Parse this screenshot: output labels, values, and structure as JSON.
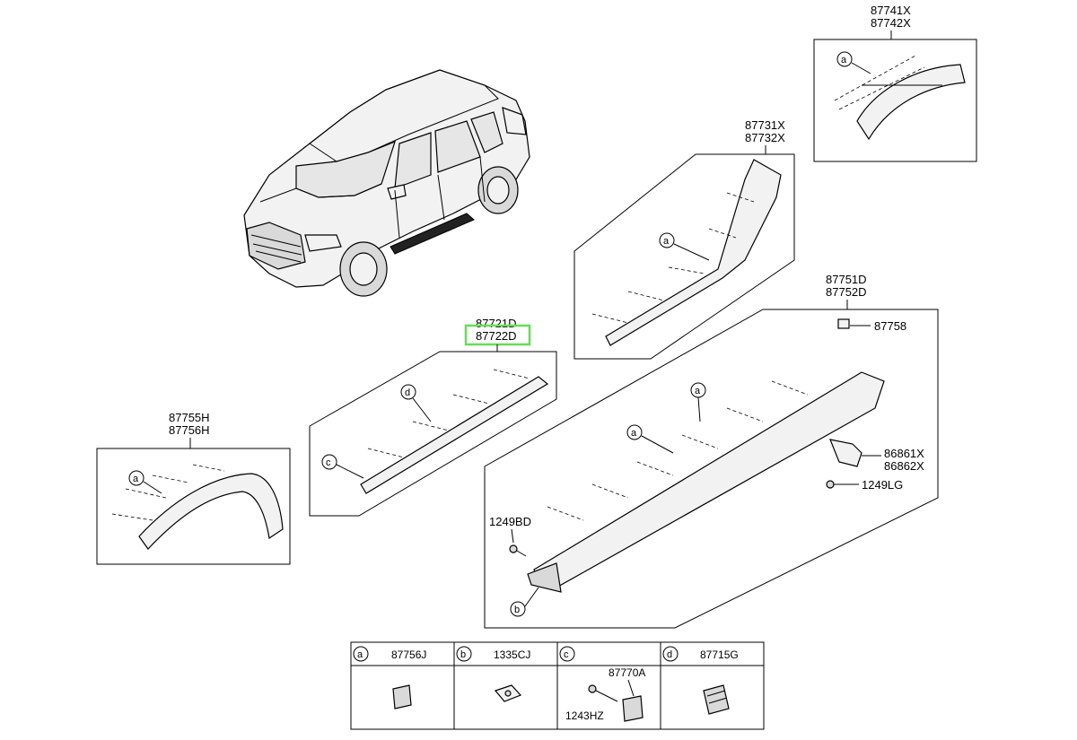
{
  "callouts": {
    "p87741X": "87741X",
    "p87742X": "87742X",
    "p87731X": "87731X",
    "p87732X": "87732X",
    "p87751D": "87751D",
    "p87752D": "87752D",
    "p87758": "87758",
    "p86861X": "86861X",
    "p86862X": "86862X",
    "p1249LG": "1249LG",
    "p1249BD": "1249BD",
    "p87721D": "87721D",
    "p87722D": "87722D",
    "p87755H": "87755H",
    "p87756H": "87756H"
  },
  "highlight_color": "#66dd55",
  "refs": {
    "a": "a",
    "b": "b",
    "c": "c",
    "d": "d"
  },
  "legend": [
    {
      "ref": "a",
      "part": "87756J"
    },
    {
      "ref": "b",
      "part": "1335CJ"
    },
    {
      "ref": "c",
      "part": "87770A",
      "extra": "1243HZ"
    },
    {
      "ref": "d",
      "part": "87715G"
    }
  ]
}
